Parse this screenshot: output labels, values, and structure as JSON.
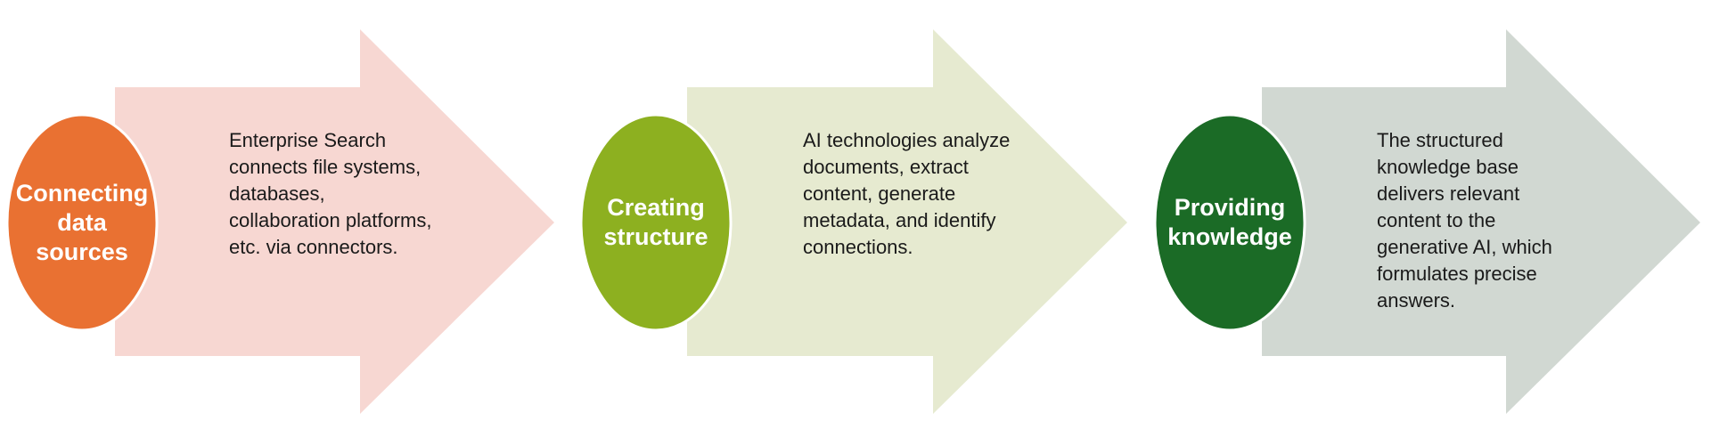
{
  "steps": [
    {
      "title": "Connecting data sources",
      "description": "Enterprise Search connects file systems, databases, collaboration platforms, etc. via connectors.",
      "circle_color": "#E97132",
      "arrow_color": "#F7D7D2"
    },
    {
      "title": "Creating structure",
      "description": "AI technologies analyze documents, extract content, generate metadata, and identify connections.",
      "circle_color": "#8DB020",
      "arrow_color": "#E6EAD0"
    },
    {
      "title": "Providing knowledge",
      "description": "The structured knowledge base delivers relevant content to the generative AI, which formulates precise answers.",
      "circle_color": "#1B6B26",
      "arrow_color": "#D1D8D2"
    }
  ]
}
